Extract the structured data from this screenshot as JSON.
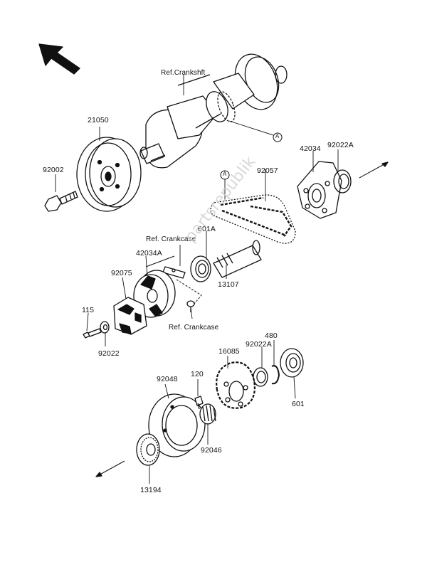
{
  "labels": {
    "ref_crankshaft": "Ref.Crankshft",
    "p21050": "21050",
    "p92002": "92002",
    "p42034": "42034",
    "p92022A_top": "92022A",
    "p92057": "92057",
    "p601A": "601A",
    "ref_crankcase_1": "Ref. Crankcase",
    "p42034A": "42034A",
    "p92075": "92075",
    "p13107": "13107",
    "p115": "115",
    "p92022": "92022",
    "ref_crankcase_2": "Ref. Crankcase",
    "p16085": "16085",
    "p92022A_bottom": "92022A",
    "p480": "480",
    "p92048": "92048",
    "p120": "120",
    "p601": "601",
    "p92046": "92046",
    "p13194": "13194",
    "marker_a_1": "A",
    "marker_a_2": "A",
    "watermark": "partsrepublik"
  }
}
